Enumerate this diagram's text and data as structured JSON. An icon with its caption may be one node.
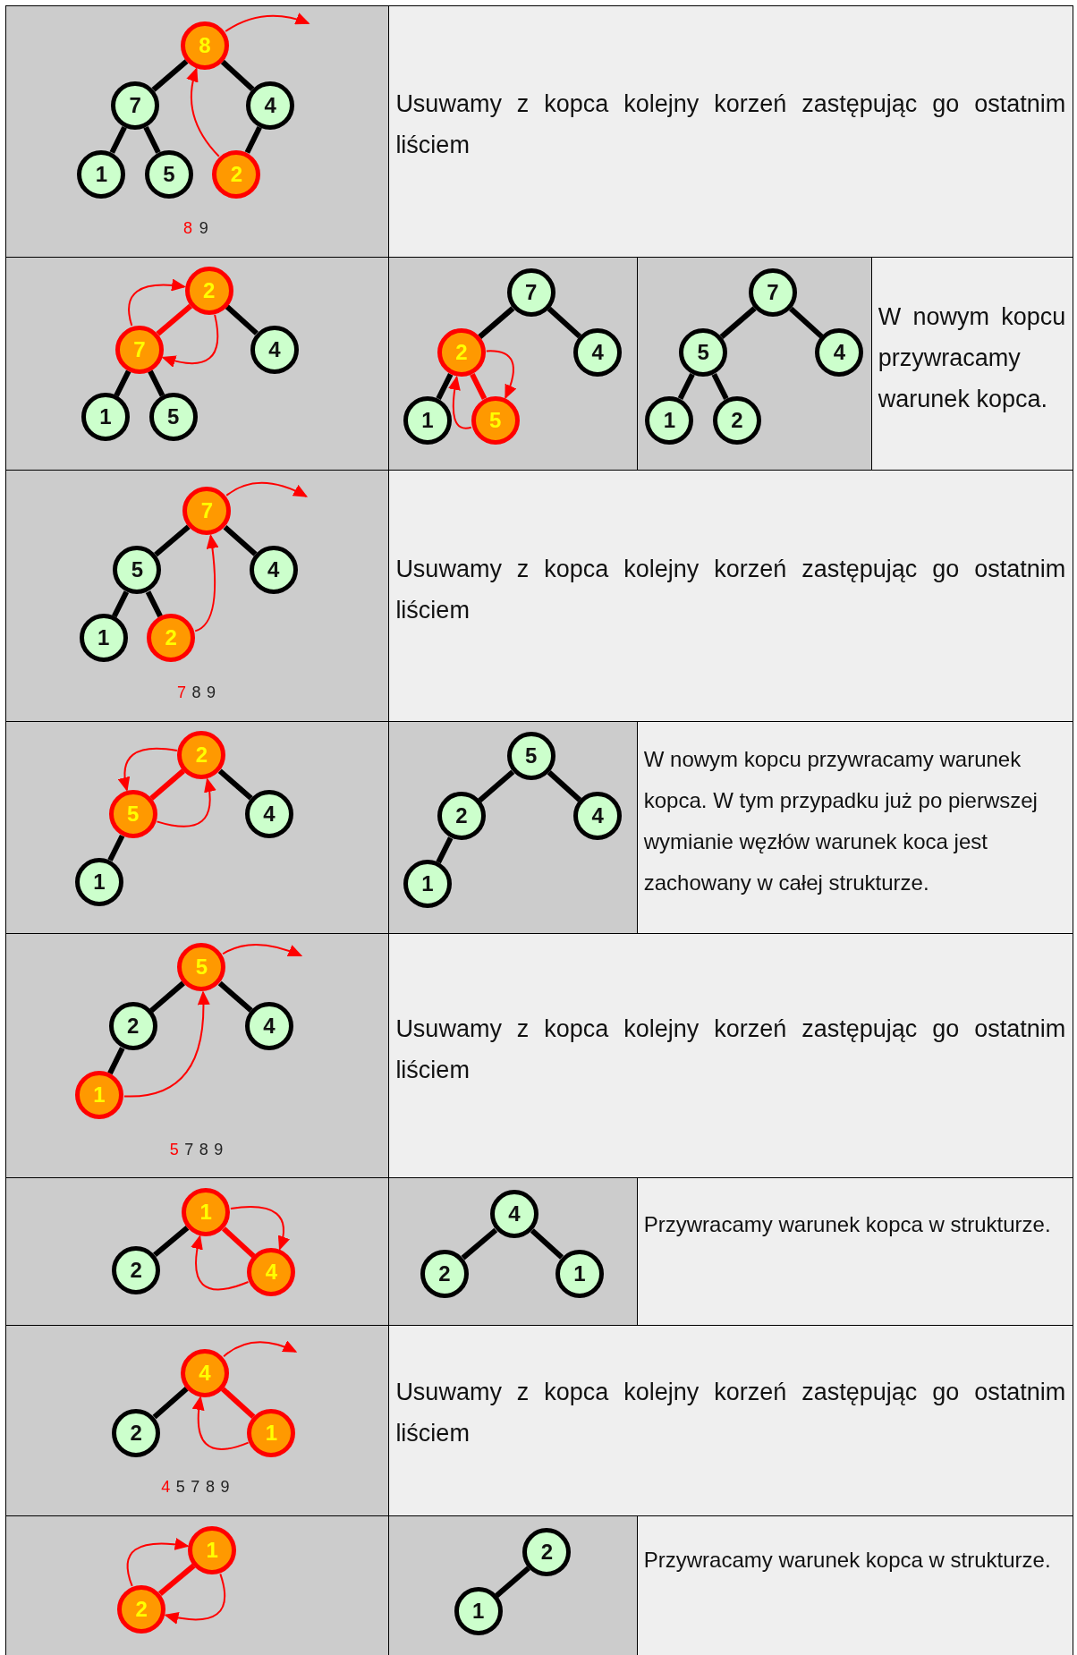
{
  "diagram": {
    "nodes": [
      {
        "text": [
          "8"
        ]
      },
      {
        "text": [
          "7"
        ]
      },
      {
        "text": [
          "4"
        ]
      },
      {
        "text": [
          "1"
        ]
      },
      {
        "text": [
          "5"
        ]
      },
      {
        "text": [
          "2"
        ]
      },
      {
        "text": [
          "2"
        ]
      },
      {
        "text": [
          "7"
        ]
      },
      {
        "text": [
          "4"
        ]
      },
      {
        "text": [
          "1"
        ]
      },
      {
        "text": [
          "5"
        ]
      },
      {
        "text": [
          "7"
        ]
      },
      {
        "text": [
          "2"
        ]
      },
      {
        "text": [
          "4"
        ]
      },
      {
        "text": [
          "1"
        ]
      },
      {
        "text": [
          "5"
        ]
      },
      {
        "text": [
          "7"
        ]
      },
      {
        "text": [
          "5"
        ]
      },
      {
        "text": [
          "4"
        ]
      },
      {
        "text": [
          "1"
        ]
      },
      {
        "text": [
          "2"
        ]
      },
      {
        "text": [
          "7"
        ]
      },
      {
        "text": [
          "5"
        ]
      },
      {
        "text": [
          "4"
        ]
      },
      {
        "text": [
          "1"
        ]
      },
      {
        "text": [
          "2"
        ]
      },
      {
        "text": [
          "2"
        ]
      },
      {
        "text": [
          "5"
        ]
      },
      {
        "text": [
          "4"
        ]
      },
      {
        "text": [
          "1"
        ]
      },
      {
        "text": [
          "5"
        ]
      },
      {
        "text": [
          "2"
        ]
      },
      {
        "text": [
          "4"
        ]
      },
      {
        "text": [
          "1"
        ]
      },
      {
        "text": [
          "5"
        ]
      },
      {
        "text": [
          "2"
        ]
      },
      {
        "text": [
          "4"
        ]
      },
      {
        "text": [
          "1"
        ]
      },
      {
        "text": [
          "1"
        ]
      },
      {
        "text": [
          "2"
        ]
      },
      {
        "text": [
          "4"
        ]
      },
      {
        "text": [
          "4"
        ]
      },
      {
        "text": [
          "2"
        ]
      },
      {
        "text": [
          "1"
        ]
      },
      {
        "text": [
          "4"
        ]
      },
      {
        "text": [
          "2"
        ]
      },
      {
        "text": [
          "1"
        ]
      },
      {
        "text": [
          "1"
        ]
      },
      {
        "text": [
          "2"
        ]
      },
      {
        "text": [
          "2"
        ]
      },
      {
        "text": [
          "1"
        ]
      }
    ],
    "edges": [
      {
        "from": 0,
        "to": 1,
        "arrow": "none"
      },
      {
        "from": 0,
        "to": 2,
        "arrow": "none"
      },
      {
        "from": 1,
        "to": 3,
        "arrow": "none"
      },
      {
        "from": 1,
        "to": 4,
        "arrow": "none"
      },
      {
        "from": 2,
        "to": 5,
        "arrow": "none"
      },
      {
        "from": 5,
        "to": 0,
        "arrow": "to",
        "color": "#ff0000"
      },
      {
        "from": 0,
        "to": null,
        "arrow": "to",
        "color": "#ff0000"
      },
      {
        "from": 6,
        "to": 7,
        "arrow": "none",
        "color": "#ff0000"
      },
      {
        "from": 6,
        "to": 8,
        "arrow": "none"
      },
      {
        "from": 7,
        "to": 9,
        "arrow": "none"
      },
      {
        "from": 7,
        "to": 10,
        "arrow": "none"
      },
      {
        "from": 7,
        "to": 6,
        "arrow": "to",
        "color": "#ff0000"
      },
      {
        "from": 6,
        "to": 7,
        "arrow": "to",
        "color": "#ff0000"
      },
      {
        "from": 11,
        "to": 12,
        "arrow": "none"
      },
      {
        "from": 11,
        "to": 13,
        "arrow": "none"
      },
      {
        "from": 12,
        "to": 14,
        "arrow": "none"
      },
      {
        "from": 12,
        "to": 15,
        "arrow": "none",
        "color": "#ff0000"
      },
      {
        "from": 12,
        "to": 15,
        "arrow": "to",
        "color": "#ff0000"
      },
      {
        "from": 15,
        "to": 12,
        "arrow": "to",
        "color": "#ff0000"
      },
      {
        "from": 16,
        "to": 17,
        "arrow": "none"
      },
      {
        "from": 16,
        "to": 18,
        "arrow": "none"
      },
      {
        "from": 17,
        "to": 19,
        "arrow": "none"
      },
      {
        "from": 17,
        "to": 20,
        "arrow": "none"
      },
      {
        "from": 21,
        "to": 22,
        "arrow": "none"
      },
      {
        "from": 21,
        "to": 23,
        "arrow": "none"
      },
      {
        "from": 22,
        "to": 24,
        "arrow": "none"
      },
      {
        "from": 22,
        "to": 25,
        "arrow": "none"
      },
      {
        "from": 25,
        "to": 21,
        "arrow": "to",
        "color": "#ff0000"
      },
      {
        "from": 21,
        "to": null,
        "arrow": "to",
        "color": "#ff0000"
      },
      {
        "from": 26,
        "to": 27,
        "arrow": "none",
        "color": "#ff0000"
      },
      {
        "from": 26,
        "to": 28,
        "arrow": "none"
      },
      {
        "from": 27,
        "to": 29,
        "arrow": "none"
      },
      {
        "from": 26,
        "to": 27,
        "arrow": "to",
        "color": "#ff0000"
      },
      {
        "from": 27,
        "to": 26,
        "arrow": "to",
        "color": "#ff0000"
      },
      {
        "from": 30,
        "to": 31,
        "arrow": "none"
      },
      {
        "from": 30,
        "to": 32,
        "arrow": "none"
      },
      {
        "from": 31,
        "to": 33,
        "arrow": "none"
      },
      {
        "from": 34,
        "to": 35,
        "arrow": "none"
      },
      {
        "from": 34,
        "to": 36,
        "arrow": "none"
      },
      {
        "from": 35,
        "to": 37,
        "arrow": "none"
      },
      {
        "from": 37,
        "to": 34,
        "arrow": "to",
        "color": "#ff0000"
      },
      {
        "from": 34,
        "to": null,
        "arrow": "to",
        "color": "#ff0000"
      },
      {
        "from": 38,
        "to": 39,
        "arrow": "none"
      },
      {
        "from": 38,
        "to": 40,
        "arrow": "none",
        "color": "#ff0000"
      },
      {
        "from": 38,
        "to": 40,
        "arrow": "to",
        "color": "#ff0000"
      },
      {
        "from": 40,
        "to": 38,
        "arrow": "to",
        "color": "#ff0000"
      },
      {
        "from": 41,
        "to": 42,
        "arrow": "none"
      },
      {
        "from": 41,
        "to": 43,
        "arrow": "none"
      },
      {
        "from": 44,
        "to": 45,
        "arrow": "none"
      },
      {
        "from": 44,
        "to": 46,
        "arrow": "none",
        "color": "#ff0000"
      },
      {
        "from": 46,
        "to": 44,
        "arrow": "to",
        "color": "#ff0000"
      },
      {
        "from": 44,
        "to": null,
        "arrow": "to",
        "color": "#ff0000"
      },
      {
        "from": 48,
        "to": 47,
        "arrow": "none",
        "color": "#ff0000"
      },
      {
        "from": 48,
        "to": 47,
        "arrow": "to",
        "color": "#ff0000"
      },
      {
        "from": 47,
        "to": 48,
        "arrow": "to",
        "color": "#ff0000"
      },
      {
        "from": 49,
        "to": 50,
        "arrow": "none"
      }
    ],
    "labels": [
      "Usuwamy z kopca kolejny korzeń zastępując go ostatnim liściem",
      "8",
      "9",
      "W nowym kopcu przywracamy warunek kopca.",
      "Usuwamy z kopca kolejny korzeń zastępując go ostatnim liściem",
      "7",
      "8",
      "9",
      "W nowym kopcu przywracamy warunek kopca. W tym przypadku już po pierwszej wymianie węzłów warunek koca jest zachowany w całej strukturze.",
      "Usuwamy z kopca kolejny korzeń zastępując go ostatnim liściem",
      "5",
      "7",
      "8",
      "9",
      "Przywracamy warunek kopca w strukturze.",
      "Usuwamy z kopca kolejny korzeń zastępując go ostatnim liściem",
      "4",
      "5",
      "7",
      "8",
      "9",
      "Przywracamy warunek kopca w strukturze."
    ]
  }
}
